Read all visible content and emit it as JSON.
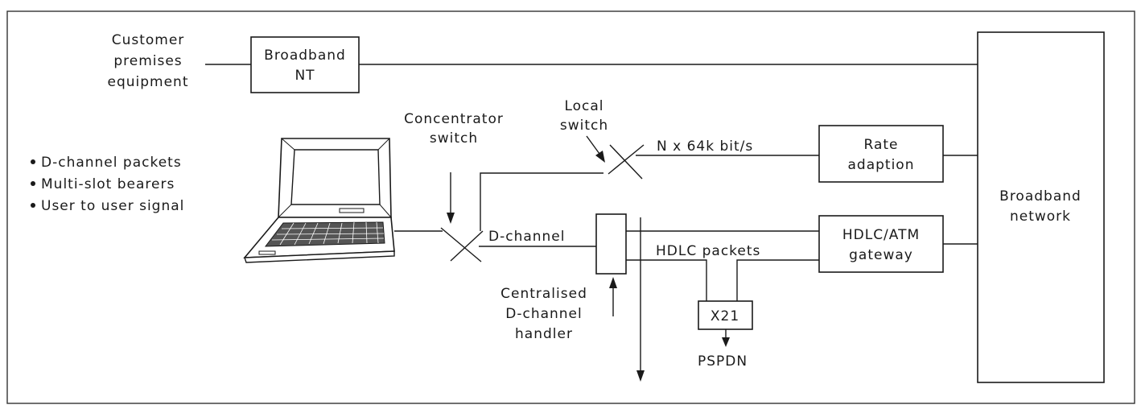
{
  "cpe_label": [
    "Customer",
    "premises",
    "equipment"
  ],
  "broadband_nt": [
    "Broadband",
    "NT"
  ],
  "bullets": [
    "D-channel packets",
    "Multi-slot bearers",
    "User to user signal"
  ],
  "concentrator_switch": [
    "Concentrator",
    "switch"
  ],
  "local_switch": [
    "Local",
    "switch"
  ],
  "rate_label": "N x 64k bit/s",
  "rate_adaption": [
    "Rate",
    "adaption"
  ],
  "broadband_network": [
    "Broadband",
    "network"
  ],
  "d_channel": "D-channel",
  "hdlc_packets": "HDLC packets",
  "hdlc_gateway": [
    "HDLC/ATM",
    "gateway"
  ],
  "centralised_handler": [
    "Centralised",
    "D-channel",
    "handler"
  ],
  "x21": "X21",
  "pspdn": "PSPDN"
}
